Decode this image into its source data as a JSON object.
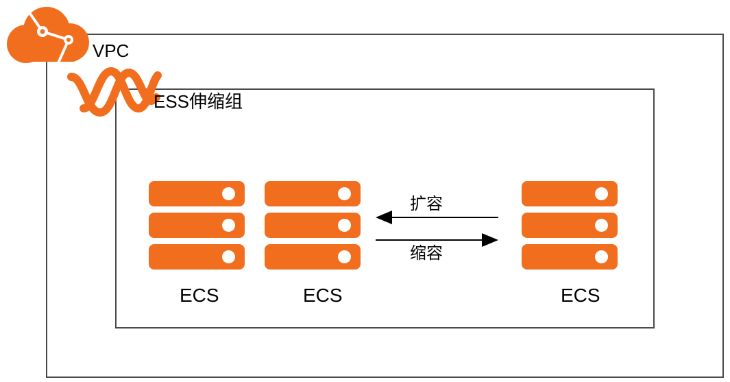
{
  "vpc": {
    "label": "VPC",
    "icon": "cloud-network-icon",
    "color": "#f26e1f"
  },
  "ess": {
    "label": "ESS伸缩组",
    "icon": "auto-scaling-wave-icon",
    "color": "#f26e1f"
  },
  "servers": [
    {
      "label": "ECS",
      "icon": "server-rack-icon"
    },
    {
      "label": "ECS",
      "icon": "server-rack-icon"
    },
    {
      "label": "ECS",
      "icon": "server-rack-icon"
    }
  ],
  "arrows": {
    "scale_out": {
      "label": "扩容",
      "direction": "left"
    },
    "scale_in": {
      "label": "缩容",
      "direction": "right"
    }
  }
}
